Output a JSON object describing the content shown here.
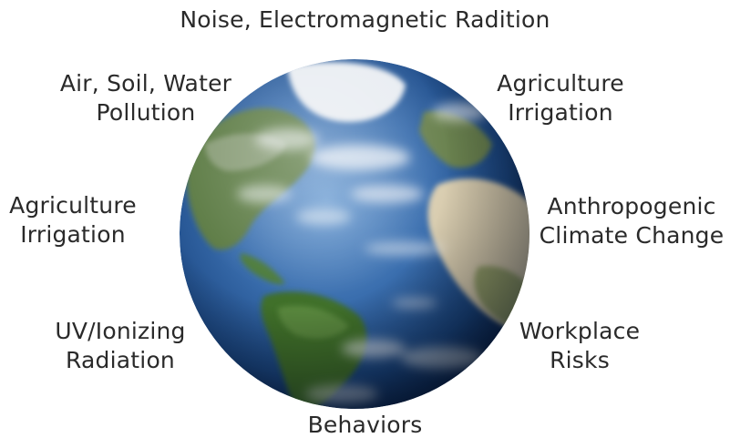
{
  "figure": {
    "top_label": "Noise, Electromagnetic Radition",
    "top_left": [
      "Air, Soil, Water",
      "Pollution"
    ],
    "top_right": [
      "Agriculture",
      "Irrigation"
    ],
    "left": [
      "Agriculture",
      "Irrigation"
    ],
    "right": [
      "Anthropogenic",
      "Climate Change"
    ],
    "bottom_left": [
      "UV/Ionizing",
      "Radiation"
    ],
    "bottom_right": [
      "Workplace",
      "Risks"
    ],
    "bottom_label": "Behaviors"
  },
  "colors": {
    "ocean_light": "#5b8fc9",
    "ocean_dark": "#0f2f63",
    "land_green": "#4f7a35",
    "desert": "#d9cdb0",
    "cloud": "#f3f5f8",
    "text": "#2a2a2a"
  }
}
